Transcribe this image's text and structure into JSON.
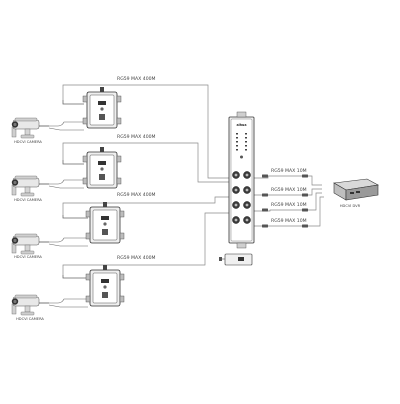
{
  "cameras": [
    {
      "label": "HDCVI CAMERA"
    },
    {
      "label": "HDCVI CAMERA"
    },
    {
      "label": "HDCVI CAMERA"
    },
    {
      "label": "HDCVI CAMERA"
    }
  ],
  "long_cables": [
    {
      "label": "RG59 MAX 400M"
    },
    {
      "label": "RG59 MAX 400M"
    },
    {
      "label": "RG59 MAX 400M"
    },
    {
      "label": "RG59 MAX 400M"
    }
  ],
  "short_cables": [
    {
      "label": "RG59 MAX 10M"
    },
    {
      "label": "RG59 MAX 10M"
    },
    {
      "label": "RG59 MAX 10M"
    },
    {
      "label": "RG59 MAX 10M"
    }
  ],
  "receiver": {
    "brand": "alhua"
  },
  "dvr": {
    "label": "HDCVI DVR"
  },
  "colors": {
    "line": "#888888",
    "device": "#2b2b2b",
    "device_light": "#d9d9d9",
    "text": "#444444"
  }
}
